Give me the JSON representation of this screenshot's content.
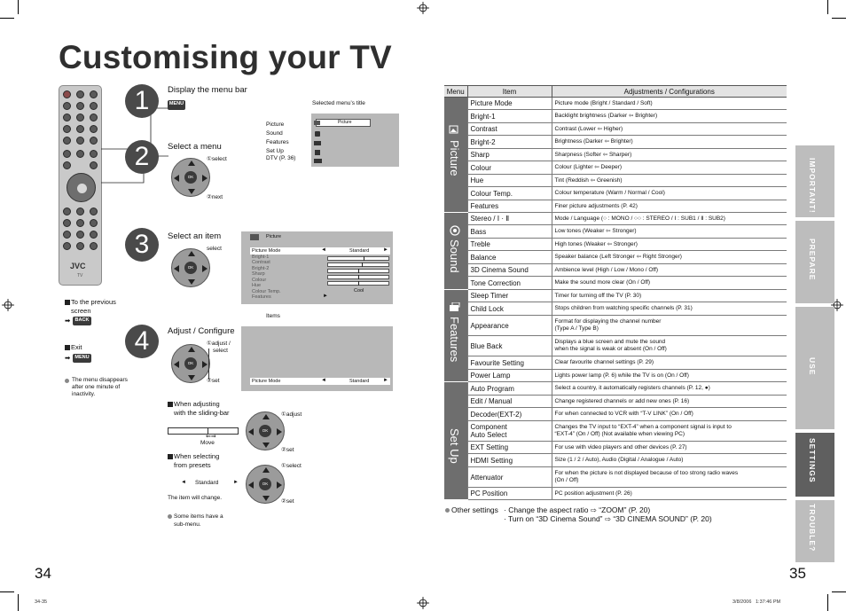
{
  "page_title": "Customising your TV",
  "remote": {
    "brand": "JVC",
    "model_label": "TV"
  },
  "steps": [
    {
      "number": "1",
      "title": "Display the menu bar",
      "button": "MENU"
    },
    {
      "number": "2",
      "title": "Select a menu",
      "select_label": "①select",
      "next_label": "②next"
    },
    {
      "number": "3",
      "title": "Select an item",
      "select_label": "select"
    },
    {
      "number": "4",
      "title": "Adjust / Configure",
      "adjust_label": "①adjust /",
      "adjust_label2": "select",
      "set_label": "②set"
    }
  ],
  "menu_screen": {
    "caption": "Selected menu’s title",
    "selected": "Picture",
    "items": [
      "Picture",
      "Sound",
      "Features",
      "Set Up",
      "DTV (P. 36)"
    ]
  },
  "item_screen": {
    "title": "Picture",
    "items": [
      "Picture Mode",
      "Bright-1",
      "Contrast",
      "Bright-2",
      "Sharp",
      "Colour",
      "Hue",
      "Colour Temp.",
      "Features"
    ],
    "mode_value": "Standard",
    "temp_value": "Cool",
    "caption": "Items"
  },
  "adjust_screen": {
    "item": "Picture Mode",
    "value": "Standard"
  },
  "previous_screen": {
    "label": "To the previous",
    "label2": "screen",
    "button": "BACK"
  },
  "exit": {
    "label": "Exit",
    "button": "MENU"
  },
  "note_disappear": [
    "The menu disappears",
    "after one minute of",
    "inactivity."
  ],
  "sliding": {
    "title": "When adjusting",
    "title2": "with the sliding-bar",
    "move": "Move",
    "adjust": "①adjust",
    "set": "②set"
  },
  "presets": {
    "title": "When selecting",
    "title2": "from presets",
    "value": "Standard",
    "note": "The item will change.",
    "select": "①select",
    "set": "②set"
  },
  "note_submenu": [
    "Some items have a",
    "sub-menu."
  ],
  "table": {
    "headers": [
      "Menu",
      "Item",
      "Adjustments / Configurations"
    ],
    "groups": [
      {
        "name": "Picture",
        "rows": [
          {
            "item": "Picture Mode",
            "desc": "Picture mode (Bright / Standard / Soft)"
          },
          {
            "item": "Bright-1",
            "desc": "Backlight brightness (Darker ⇦ Brighter)"
          },
          {
            "item": "Contrast",
            "desc": "Contrast (Lower ⇦ Higher)"
          },
          {
            "item": "Bright-2",
            "desc": "Brightness (Darker ⇦ Brighter)"
          },
          {
            "item": "Sharp",
            "desc": "Sharpness (Softer ⇦ Sharper)"
          },
          {
            "item": "Colour",
            "desc": "Colour (Lighter ⇦ Deeper)"
          },
          {
            "item": "Hue",
            "desc": "Tint (Reddish ⇦ Greenish)"
          },
          {
            "item": "Colour Temp.",
            "desc": "Colour temperature (Warm / Normal / Cool)"
          },
          {
            "item": "Features",
            "desc": "Finer picture adjustments (P. 42)"
          }
        ]
      },
      {
        "name": "Sound",
        "rows": [
          {
            "item": "Stereo / Ⅰ · Ⅱ",
            "desc": "Mode / Language (○ : MONO / ○○ : STEREO / Ⅰ : SUB1 / Ⅱ : SUB2)"
          },
          {
            "item": "Bass",
            "desc": "Low tones (Weaker ⇦ Stronger)"
          },
          {
            "item": "Treble",
            "desc": "High tones (Weaker ⇦ Stronger)"
          },
          {
            "item": "Balance",
            "desc": "Speaker balance (Left Stronger ⇦ Right Stronger)"
          },
          {
            "item": "3D Cinema Sound",
            "desc": "Ambience level (High / Low / Mono / Off)"
          },
          {
            "item": "Tone Correction",
            "desc": "Make the sound more clear (On / Off)"
          }
        ]
      },
      {
        "name": "Features",
        "rows": [
          {
            "item": "Sleep Timer",
            "desc": "Timer for turning off the TV (P. 30)"
          },
          {
            "item": "Child Lock",
            "desc": "Stops children from watching specific channels (P. 31)"
          },
          {
            "item": "Appearance",
            "desc": "Format for displaying the channel number",
            "desc2": "(Type A / Type B)"
          },
          {
            "item": "Blue Back",
            "desc": "Displays a blue screen and mute the sound",
            "desc2": "when the signal is weak or absent (On / Off)"
          },
          {
            "item": "Favourite Setting",
            "desc": "Clear favourite channel settings (P. 29)"
          },
          {
            "item": "Power Lamp",
            "desc": "Lights power lamp (P. 6) while the TV is on (On / Off)"
          }
        ]
      },
      {
        "name": "Set Up",
        "rows": [
          {
            "item": "Auto Program",
            "desc": "Select a country, it automatically registers channels (P. 12, ●)"
          },
          {
            "item": "Edit / Manual",
            "desc": "Change registered channels or add new ones (P. 16)"
          },
          {
            "item": "Decoder(EXT-2)",
            "desc": "For when connected to VCR with “T-V LINK” (On / Off)"
          },
          {
            "item": "Component",
            "item2": "Auto Select",
            "desc": "Changes the TV input to “EXT-4” when a component signal is input to",
            "desc2": "“EXT-4” (On / Off) (Not available when viewing PC)"
          },
          {
            "item": "EXT Setting",
            "desc": "For use with video players and other devices (P. 27)"
          },
          {
            "item": "HDMI Setting",
            "desc": "Size (1 / 2 / Auto), Audio (Digital / Analogue / Auto)"
          },
          {
            "item": "Attenuator",
            "desc": "For when the picture is not displayed because of too strong radio waves",
            "desc2": "(On / Off)"
          },
          {
            "item": "PC Position",
            "desc": "PC position adjustment (P. 26)"
          }
        ]
      }
    ]
  },
  "other_settings": {
    "label": "Other settings",
    "line1": "· Change the aspect ratio ⇨ “ZOOM” (P. 20)",
    "line2": "· Turn on “3D Cinema Sound” ⇨ “3D CINEMA SOUND” (P. 20)"
  },
  "side_tabs": [
    "IMPORTANT!",
    "PREPARE",
    "USE",
    "SETTINGS",
    "TROUBLE?"
  ],
  "active_tab": "SETTINGS",
  "page_numbers": {
    "left": "34",
    "right": "35"
  },
  "footer": {
    "left": "34-35",
    "right": "3/8/2006   1:37:46 PM"
  },
  "colors": {
    "accent_grey": "#6e6e6e",
    "active_tab": "#5f5f5f",
    "tab": "#bdbdbd",
    "title": "#2f2f2f"
  }
}
